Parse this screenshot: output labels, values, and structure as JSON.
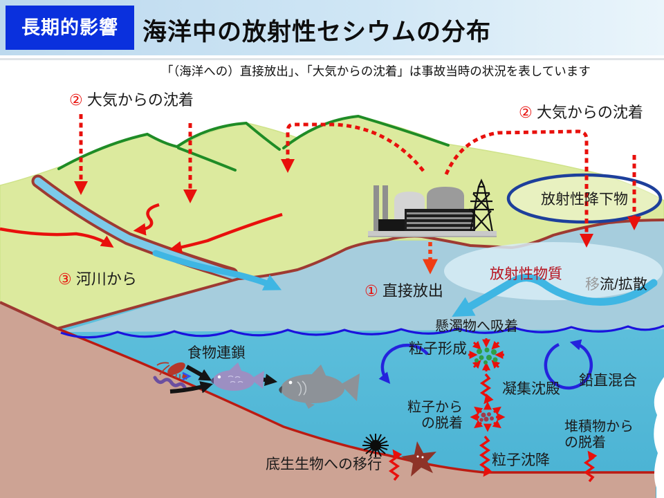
{
  "header": {
    "badge": "長期的影響",
    "title": "海洋中の放射性セシウムの分布",
    "subtitle": "「（海洋への）直接放出」、「大気からの沈着」は事故当時の状況を表しています"
  },
  "labels": {
    "deposition_left": {
      "num": "②",
      "text": "大気からの沈着"
    },
    "deposition_right": {
      "num": "②",
      "text": "大気からの沈着"
    },
    "fallout": "放射性降下物",
    "river": {
      "num": "③",
      "text": "河川から"
    },
    "direct_release": {
      "num": "①",
      "text": "直接放出"
    },
    "radioactive_substance": "放射性物質",
    "advection_1": "移",
    "advection_2": "流/拡散",
    "adsorption_suspended": "懸濁物へ吸着",
    "particle_formation": "粒子形成",
    "food_chain": "食物連鎖",
    "aggregation_settling": "凝集沈殿",
    "vertical_mixing": "鉛直混合",
    "desorption_particles_1": "粒子から",
    "desorption_particles_2": "の脱着",
    "desorption_sediment_1": "堆積物から",
    "desorption_sediment_2": "の脱着",
    "particle_settling": "粒子沈降",
    "benthic_transfer": "底生生物への移行"
  },
  "colors": {
    "badge_blue": "#0a30dd",
    "header_light_blue": "#cfe6f5",
    "land_green": "#dcea9e",
    "ridge_green": "#1f8c26",
    "river_bank_red": "#9e3a32",
    "river_blue": "#7ccae9",
    "sea_upper": "#a6cddd",
    "sea_deep": "#55badb",
    "wave_blue": "#1b13dd",
    "arrow_red": "#e8100c",
    "arrow_orange": "#f03c14",
    "cyan_arrow": "#3fb6e3",
    "fallout_ellipse_blue": "#1d3f9b",
    "sediment_tan": "#cda394",
    "sediment_line_red": "#bb1b12",
    "substance_red": "#b8121f"
  }
}
